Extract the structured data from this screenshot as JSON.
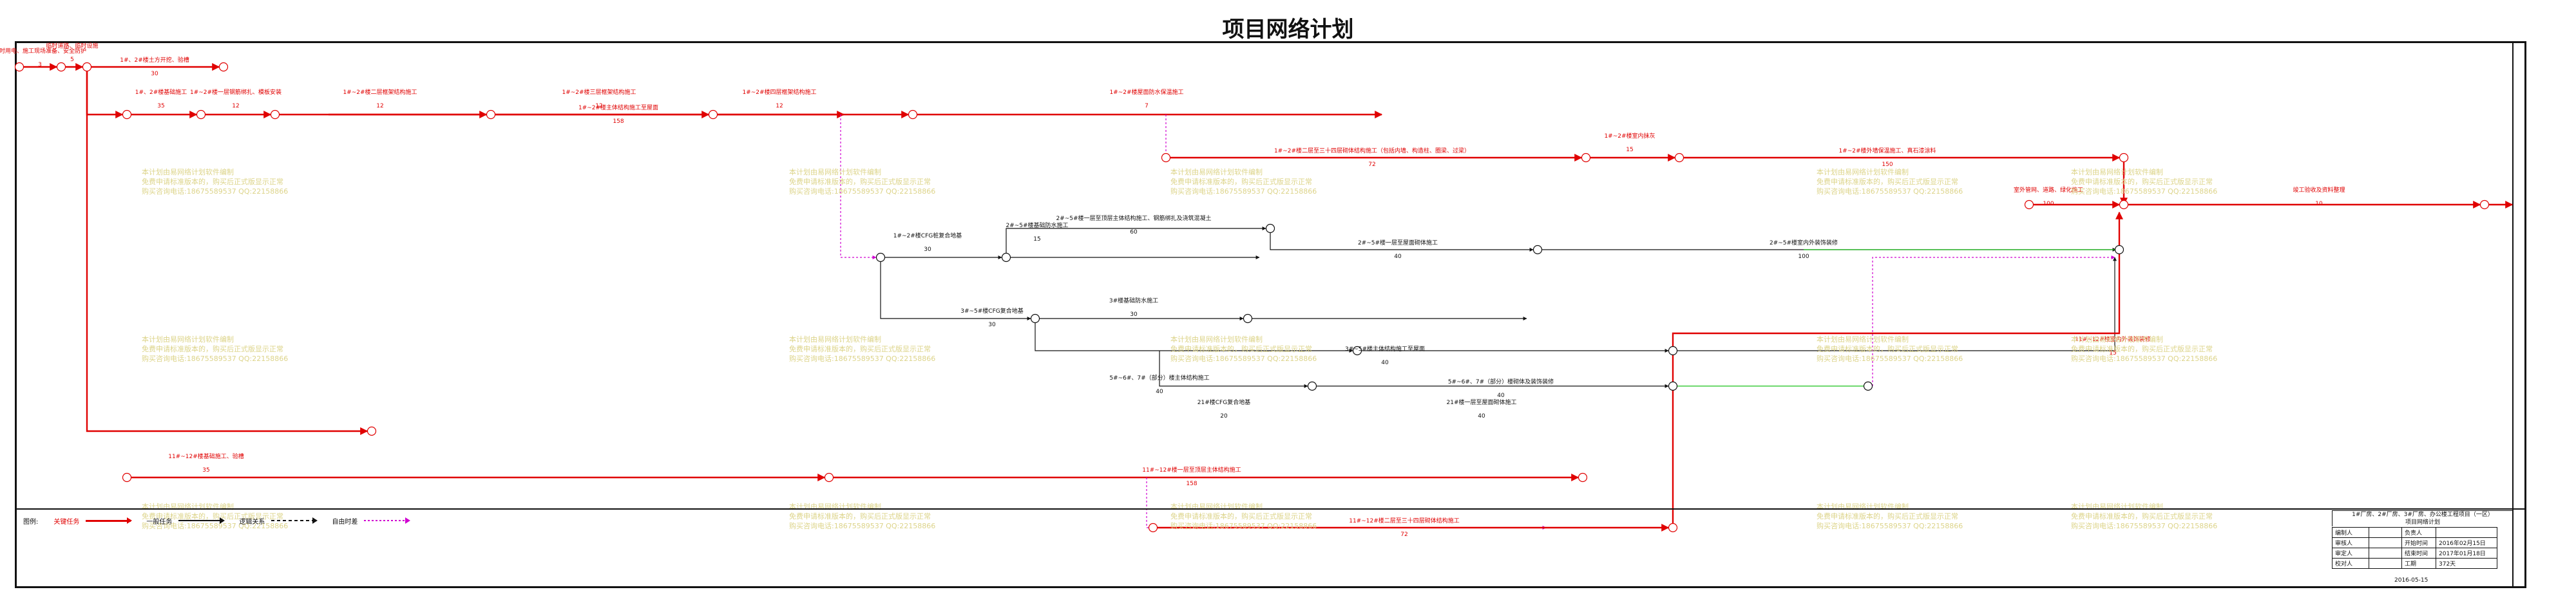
{
  "title": "项目网络计划",
  "legend": {
    "prefix": "图例:",
    "critical": "关键任务",
    "normal": "一般任务",
    "logical": "逻辑关系",
    "float": "自由时差"
  },
  "colors": {
    "critical": "#e00000",
    "normal": "#111111",
    "float": "#d000d0",
    "green": "#18c018",
    "watermark": "#ddd48a"
  },
  "watermark": {
    "line1": "本计划由易网络计划软件编制",
    "line2": "免费申请标准版本的，购买后正式版显示正常",
    "line3": "购买咨询电话:18675589537 QQ:22158866"
  },
  "title_block": {
    "project": "1#厂房、2#厂房、3#厂房、办公楼工程项目（一区）",
    "plan": "项目网络计划",
    "rows": [
      [
        "编制人",
        "",
        "负责人",
        ""
      ],
      [
        "审核人",
        "",
        "开始时间",
        "2016年02月15日"
      ],
      [
        "审定人",
        "",
        "结束时间",
        "2017年01月18日"
      ],
      [
        "校对人",
        "",
        "工期",
        "372天"
      ]
    ],
    "date": "2016-05-15"
  },
  "tasks": [
    {
      "name": "临时用电、施工现场准备、安全防护",
      "days": "3"
    },
    {
      "name": "临时道路、临时设施",
      "days": "5"
    },
    {
      "name": "1#、2#楼土方开挖、验槽",
      "days": "30"
    },
    {
      "name": "1#、2#楼基础施工",
      "days": "35"
    },
    {
      "name": "1#~2#楼一层钢筋绑扎、模板安装",
      "days": "12"
    },
    {
      "name": "1#~2#楼二层框架结构施工",
      "days": "12"
    },
    {
      "name": "1#~2#楼三层框架结构施工",
      "days": "12"
    },
    {
      "name": "1#~2#楼四层框架结构施工",
      "days": "12"
    },
    {
      "name": "1#~2#楼主体结构施工至屋面",
      "days": "158"
    },
    {
      "name": "1#~2#楼屋面防水保温施工",
      "days": "7"
    },
    {
      "name": "1#~2#楼二层至三十四层砌体结构施工（包括内墙、构造柱、圈梁、过梁）",
      "days": "72"
    },
    {
      "name": "1#~2#楼室内抹灰",
      "days": "15"
    },
    {
      "name": "1#~2#楼外墙保温施工、真石漆涂料",
      "days": "150"
    },
    {
      "name": "1#~2#楼CFG桩复合地基",
      "days": "30"
    },
    {
      "name": "2#~5#楼基础防水施工",
      "days": "15"
    },
    {
      "name": "2#~5#楼一层至顶层主体结构施工、钢筋绑扎及浇筑混凝土",
      "days": "60"
    },
    {
      "name": "2#~5#楼一层至屋面砌体施工",
      "days": "40"
    },
    {
      "name": "2#~5#楼室内外装饰装修",
      "days": "100"
    },
    {
      "name": "3#~5#楼CFG复合地基",
      "days": "30"
    },
    {
      "name": "3#楼基础防水施工",
      "days": "30"
    },
    {
      "name": "3#~5#楼主体结构施工至屋面",
      "days": "40"
    },
    {
      "name": "5#~6#、7#（部分）楼主体结构施工",
      "days": "40"
    },
    {
      "name": "5#~6#、7#（部分）楼砌体及装饰装修",
      "days": "40"
    },
    {
      "name": "21#楼CFG复合地基",
      "days": "20"
    },
    {
      "name": "21#楼一层至屋面砌体施工",
      "days": "40"
    },
    {
      "name": "11#~12#楼基础施工、验槽",
      "days": "35"
    },
    {
      "name": "11#~12#楼一层至顶层主体结构施工",
      "days": "158"
    },
    {
      "name": "11#~12#楼二层至三十四层砌体结构施工",
      "days": "72"
    },
    {
      "name": "11#~12#楼室内外装饰装修",
      "days": "15"
    },
    {
      "name": "室外管网、道路、绿化施工",
      "days": "100"
    },
    {
      "name": "竣工验收及资料整理",
      "days": "10"
    }
  ]
}
